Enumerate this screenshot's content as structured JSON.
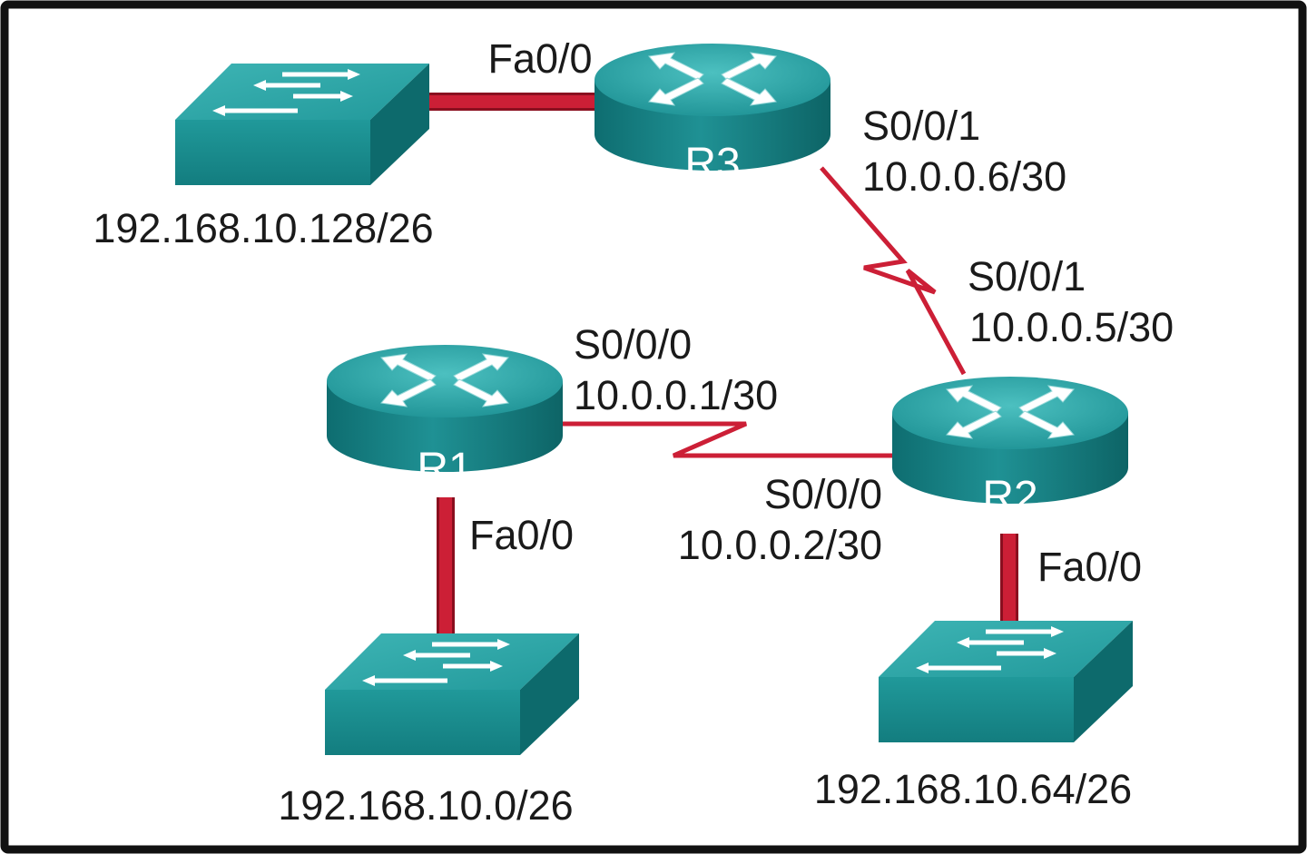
{
  "colors": {
    "link": "#cc1f36",
    "link_dark": "#8a0f1f",
    "device_top": "#2fa5a6",
    "device_side": "#137a7c",
    "device_dark": "#0b5e60",
    "frame": "#111111"
  },
  "routers": [
    {
      "id": "r3",
      "name": "R3"
    },
    {
      "id": "r1",
      "name": "R1"
    },
    {
      "id": "r2",
      "name": "R2"
    }
  ],
  "switches": [
    {
      "id": "sw3",
      "network": "192.168.10.128/26"
    },
    {
      "id": "sw1",
      "network": "192.168.10.0/26"
    },
    {
      "id": "sw2",
      "network": "192.168.10.64/26"
    }
  ],
  "interfaces": {
    "r3_fa": {
      "name": "Fa0/0"
    },
    "r3_s": {
      "name": "S0/0/1",
      "ip": "10.0.0.6/30"
    },
    "r2_s1": {
      "name": "S0/0/1",
      "ip": "10.0.0.5/30"
    },
    "r1_s": {
      "name": "S0/0/0",
      "ip": "10.0.0.1/30"
    },
    "r2_s0": {
      "name": "S0/0/0",
      "ip": "10.0.0.2/30"
    },
    "r1_fa": {
      "name": "Fa0/0"
    },
    "r2_fa": {
      "name": "Fa0/0"
    }
  },
  "icons": [
    "router-icon",
    "switch-icon",
    "serial-link-icon",
    "ethernet-link-icon"
  ]
}
